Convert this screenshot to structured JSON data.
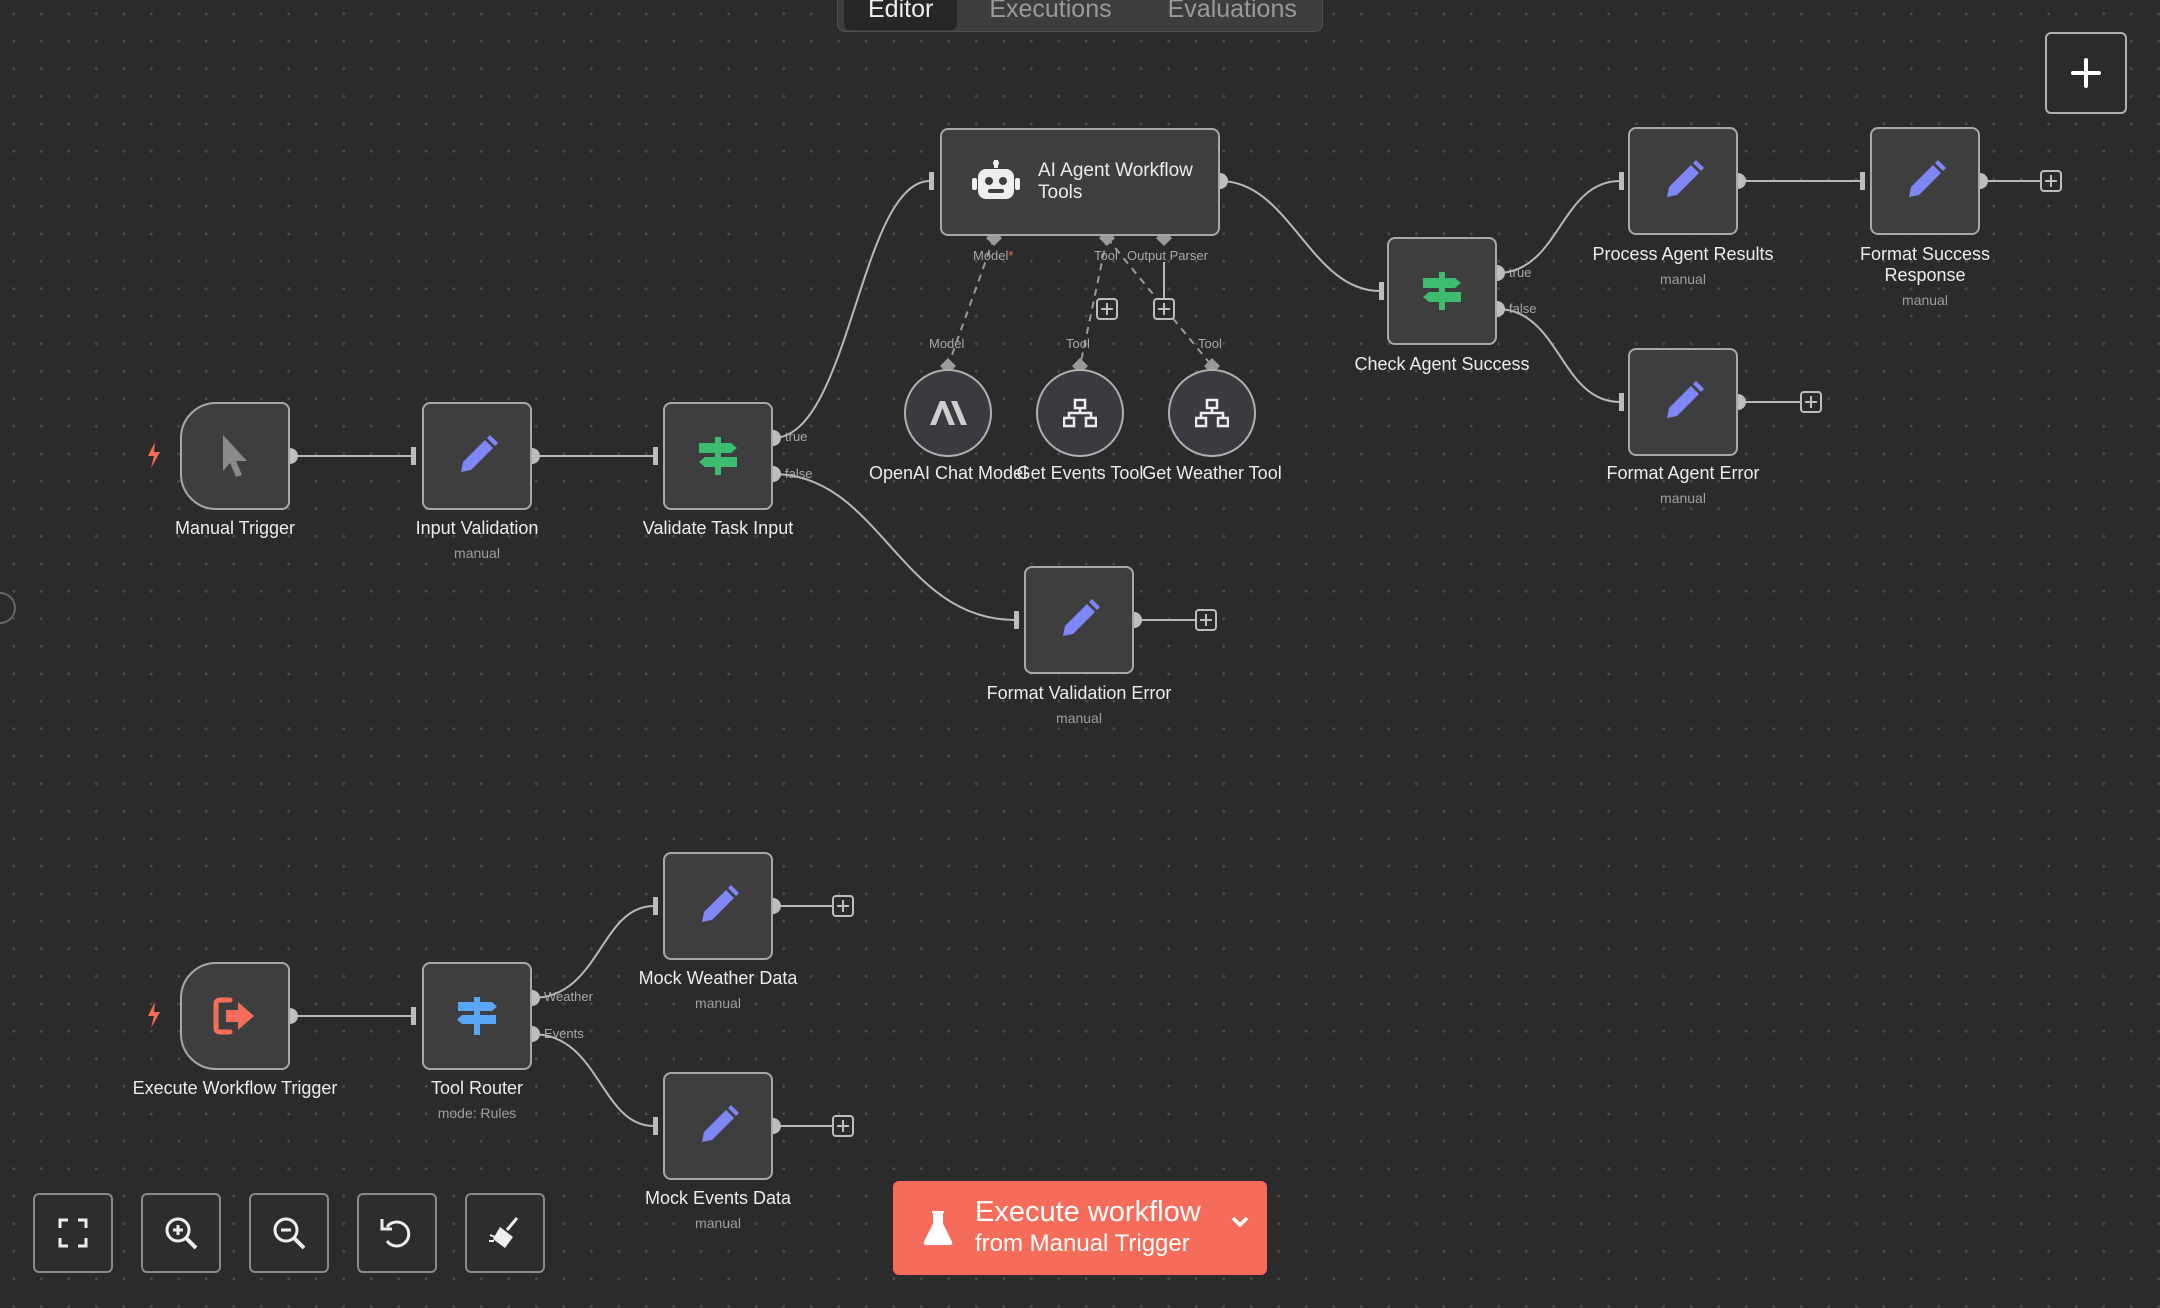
{
  "tabs": [
    "Editor",
    "Executions",
    "Evaluations"
  ],
  "nodes": {
    "manual_trigger": {
      "label": "Manual Trigger"
    },
    "input_validation": {
      "label": "Input Validation",
      "sub": "manual"
    },
    "validate_task_input": {
      "label": "Validate Task Input"
    },
    "ai_agent": {
      "label": "AI Agent Workflow Tools"
    },
    "openai_chat_model": {
      "label": "OpenAI Chat Model"
    },
    "get_events_tool": {
      "label": "Get Events Tool"
    },
    "get_weather_tool": {
      "label": "Get Weather Tool"
    },
    "format_validation_error": {
      "label": "Format Validation Error",
      "sub": "manual"
    },
    "check_agent_success": {
      "label": "Check Agent Success"
    },
    "process_agent_results": {
      "label": "Process Agent Results",
      "sub": "manual"
    },
    "format_success_response": {
      "label": "Format Success Response",
      "sub": "manual"
    },
    "format_agent_error": {
      "label": "Format Agent Error",
      "sub": "manual"
    },
    "execute_workflow_trigger": {
      "label": "Execute Workflow Trigger"
    },
    "tool_router": {
      "label": "Tool Router",
      "sub": "mode: Rules"
    },
    "mock_weather_data": {
      "label": "Mock Weather Data",
      "sub": "manual"
    },
    "mock_events_data": {
      "label": "Mock Events Data",
      "sub": "manual"
    }
  },
  "ports": {
    "true": "true",
    "false": "false",
    "model": "Model",
    "model_required": "*",
    "tool": "Tool",
    "output_parser": "Output Parser",
    "weather": "Weather",
    "events": "Events"
  },
  "execute_button": {
    "main": "Execute workflow",
    "sub": "from Manual Trigger"
  },
  "controls": [
    "fit-view",
    "zoom-in",
    "zoom-out",
    "reset-zoom",
    "tidy-up"
  ],
  "colors": {
    "accent": "#f56d5a",
    "edit_icon": "#7f86f5",
    "if_icon": "#3dbb6f",
    "switch_icon": "#5aa5f5",
    "trigger_bolt": "#f56d5a"
  }
}
